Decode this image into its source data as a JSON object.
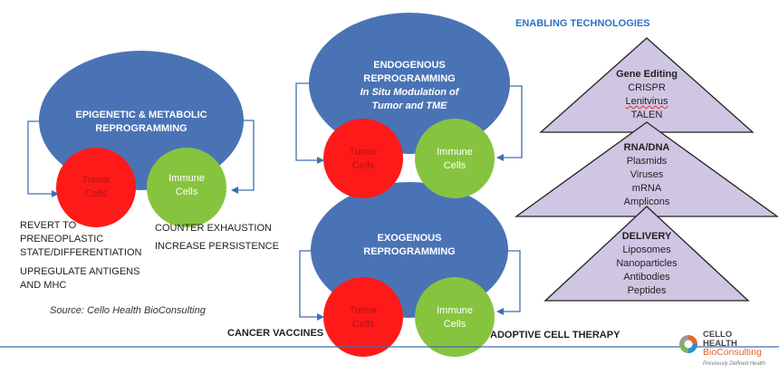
{
  "enabling_technologies": "ENABLING TECHNOLOGIES",
  "left": {
    "ellipse": {
      "line1": "EPIGENETIC & METABOLIC",
      "line2": "REPROGRAMMING"
    },
    "tumor": {
      "line1": "Tumor",
      "line2": "Cells"
    },
    "immune": {
      "line1": "Immune",
      "line2": "Cells"
    },
    "notes_left": [
      "REVERT TO",
      "PRENEOPLASTIC",
      "STATE/DIFFERENTIATION"
    ],
    "notes_left2": [
      "UPREGULATE ANTIGENS",
      "AND MHC"
    ],
    "notes_right": [
      "COUNTER EXHAUSTION",
      "INCREASE PERSISTENCE"
    ],
    "source": "Source: Cello Health BioConsulting"
  },
  "middle_top": {
    "ellipse": {
      "line1": "ENDOGENOUS",
      "line2": "REPROGRAMMING",
      "line3": "In Situ Modulation of",
      "line4": "Tumor and TME"
    },
    "tumor": {
      "line1": "Tumor",
      "line2": "Cells"
    },
    "immune": {
      "line1": "Immune",
      "line2": "Cells"
    }
  },
  "middle_bottom": {
    "ellipse": {
      "line1": "EXOGENOUS",
      "line2": "REPROGRAMMING"
    },
    "tumor": {
      "line1": "Tumor",
      "line2": "Cells"
    },
    "immune": {
      "line1": "Immune",
      "line2": "Cells"
    }
  },
  "bottom_labels": {
    "left": "CANCER VACCINES",
    "right": "ADOPTIVE CELL THERAPY"
  },
  "triangles": [
    {
      "heading": "Gene Editing",
      "items": [
        "CRISPR",
        "Lenitvirus",
        "TALEN"
      ]
    },
    {
      "heading": "RNA/DNA",
      "items": [
        "Plasmids",
        "Viruses",
        "mRNA",
        "Amplicons"
      ]
    },
    {
      "heading": "DELIVERY",
      "items": [
        "Liposomes",
        "Nanoparticles",
        "Antibodies",
        "Peptides"
      ]
    }
  ],
  "logo": {
    "cello": "CELLO",
    "health": "HEALTH",
    "bio": "BioConsulting",
    "tagline": "Previously Defined Health"
  },
  "colors": {
    "ellipse_blue": "#4a73b5",
    "tumor_red": "#ff1a1a",
    "immune_green": "#86c43f",
    "triangle_fill": "#cfc6e3",
    "triangle_stroke": "#222222",
    "arrow_blue": "#3d6fb2",
    "rule_blue": "#3d6fb2"
  }
}
